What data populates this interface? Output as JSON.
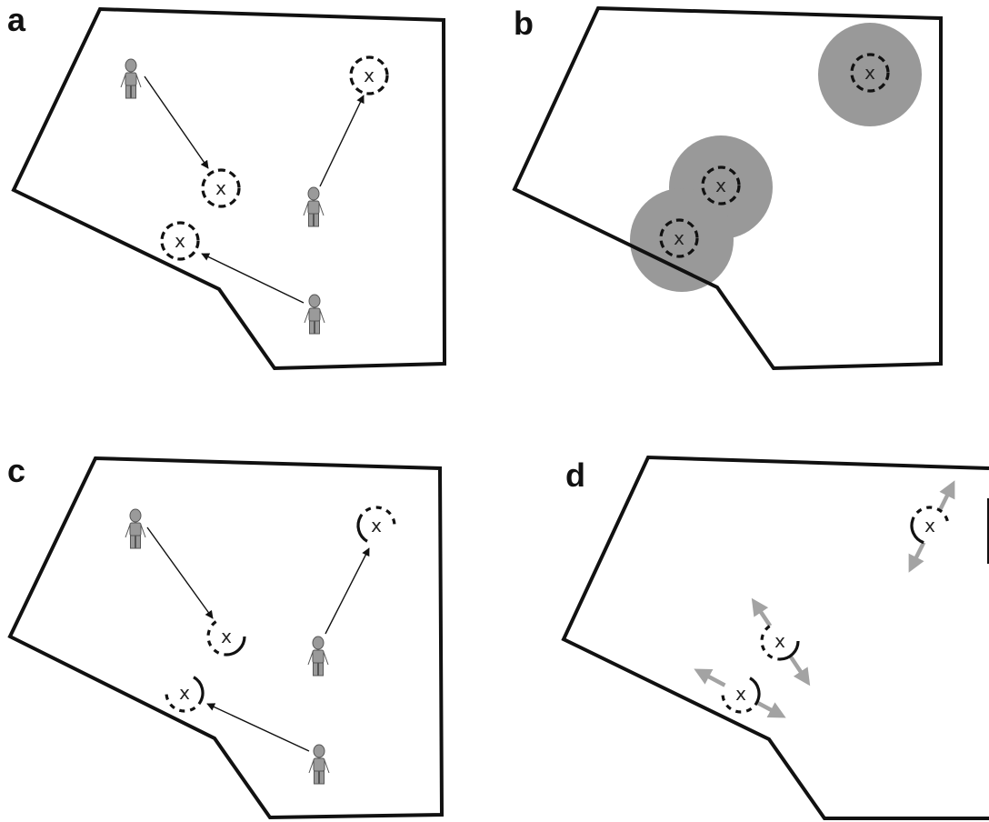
{
  "colors": {
    "outline": "#111111",
    "person_fill": "#9a9a9a",
    "zone_fill": "#999999",
    "movement_arrow": "#a3a3a3",
    "background": "#ffffff"
  },
  "icons": {
    "person": "person-icon",
    "target": "target-marker-icon",
    "movement": "double-arrow-icon"
  },
  "panels": [
    {
      "label": "a",
      "target_symbol": "x",
      "target_count": 3,
      "person_count": 3,
      "ring_style": "dashed"
    },
    {
      "label": "b",
      "target_symbol": "x",
      "target_count": 3,
      "zone_count": 3,
      "ring_style": "dashed"
    },
    {
      "label": "c",
      "target_symbol": "x",
      "target_count": 3,
      "person_count": 3,
      "ring_style": "partially dashed"
    },
    {
      "label": "d",
      "target_symbol": "x",
      "target_count": 3,
      "movement_arrow_count": 3,
      "ring_style": "partially dashed"
    }
  ]
}
